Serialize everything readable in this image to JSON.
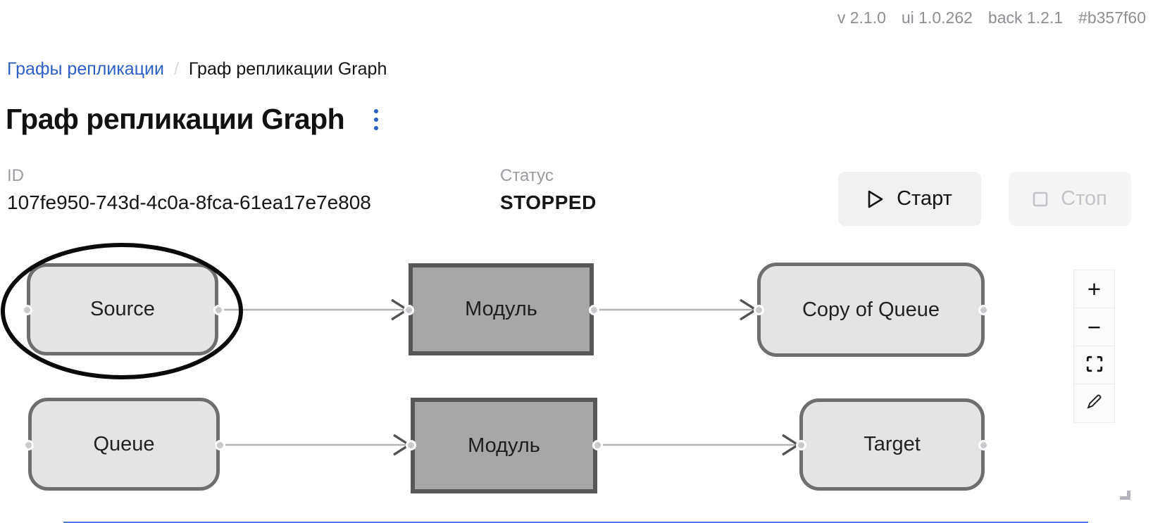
{
  "meta": {
    "version_items": [
      "v 2.1.0",
      "ui 1.0.262",
      "back 1.2.1",
      "#b357f60"
    ]
  },
  "breadcrumb": {
    "parent": "Графы репликации",
    "separator": "/",
    "current": "Граф репликации Graph"
  },
  "page": {
    "title": "Граф репликации Graph"
  },
  "details": {
    "id_label": "ID",
    "id_value": "107fe950-743d-4c0a-8fca-61ea17e7e808",
    "status_label": "Статус",
    "status_value": "STOPPED"
  },
  "actions": {
    "start_label": "Старт",
    "stop_label": "Стоп",
    "stop_disabled": true
  },
  "graph": {
    "nodes": [
      {
        "id": "source",
        "label": "Source",
        "shape": "rounded",
        "variant": "light"
      },
      {
        "id": "module-top",
        "label": "Модуль",
        "shape": "rect",
        "variant": "dark"
      },
      {
        "id": "copy-of-queue",
        "label": "Copy of Queue",
        "shape": "rounded",
        "variant": "light"
      },
      {
        "id": "queue",
        "label": "Queue",
        "shape": "rounded",
        "variant": "light"
      },
      {
        "id": "module-bottom",
        "label": "Модуль",
        "shape": "rect",
        "variant": "dark"
      },
      {
        "id": "target",
        "label": "Target",
        "shape": "rounded",
        "variant": "light"
      }
    ],
    "edges": [
      {
        "from": "Source",
        "to": "Модуль"
      },
      {
        "from": "Модуль",
        "to": "Copy of Queue"
      },
      {
        "from": "Queue",
        "to": "Модуль"
      },
      {
        "from": "Модуль",
        "to": "Target"
      }
    ],
    "annotation": {
      "type": "ellipse",
      "around": "Source",
      "color": "#0a0a0a"
    }
  },
  "zoom_controls": {
    "zoom_in_glyph": "+",
    "zoom_out_glyph": "−"
  },
  "colors": {
    "accent_blue": "#2d5fc4",
    "muted_text": "#8e8e93",
    "node_light_fill": "#e4e4e5",
    "node_dark_fill": "#a7a7a7",
    "node_border": "#6e6e6e",
    "edge_line": "#b2b2b8",
    "arrowhead": "#515151",
    "button_bg": "#f1f1f2",
    "disabled_text": "#c3c3c9"
  }
}
